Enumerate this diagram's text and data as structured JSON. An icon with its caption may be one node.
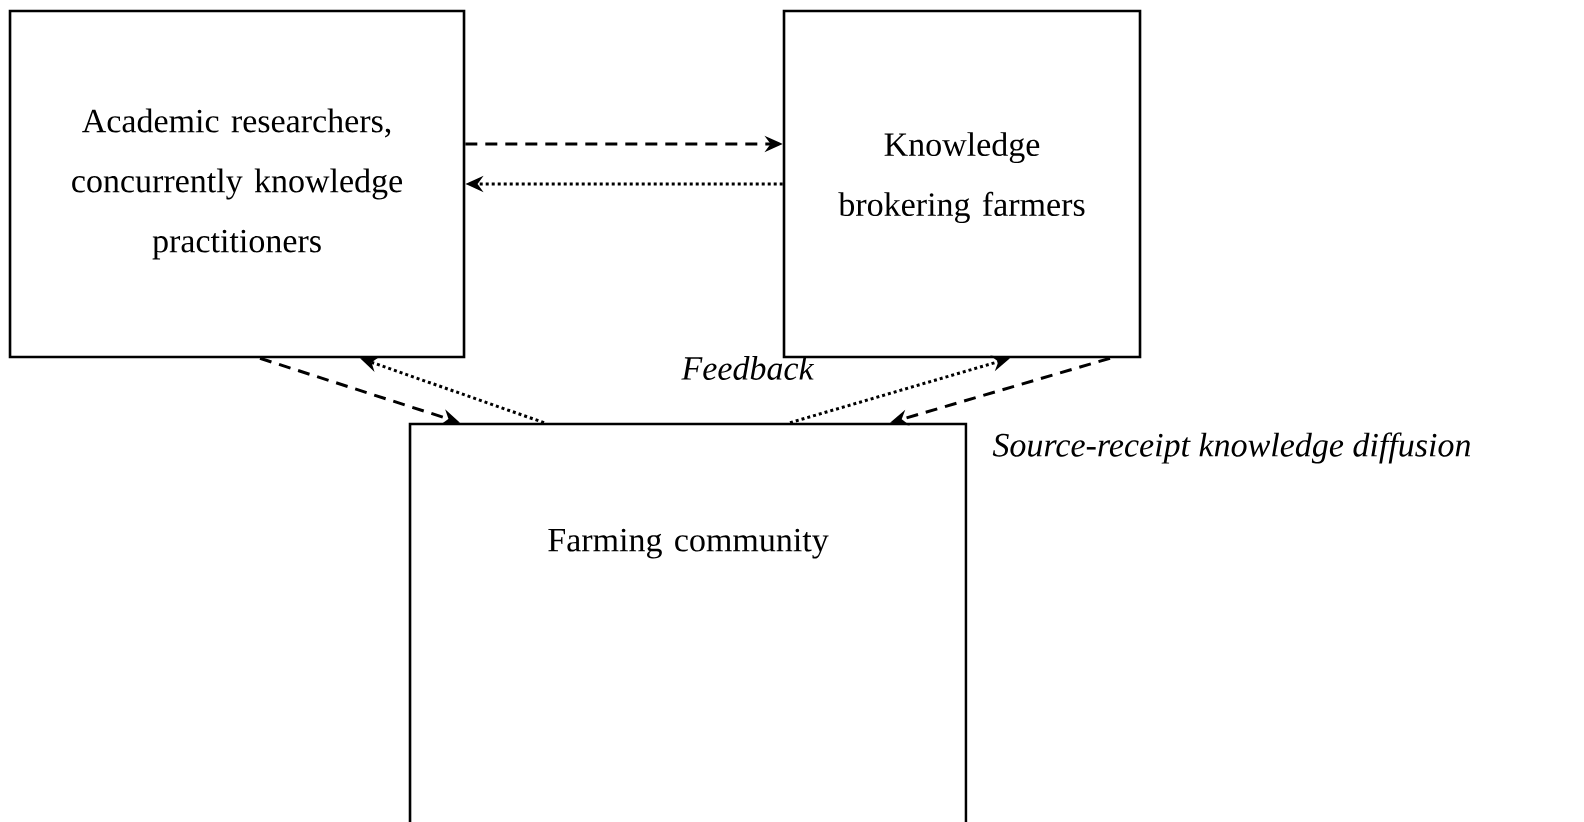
{
  "diagram": {
    "nodes": [
      {
        "text": [
          "Academic researchers, concurrently knowledge practitioners"
        ]
      },
      {
        "text": [
          "Knowledge brokering farmers"
        ]
      },
      {
        "text": [
          "Farming community"
        ]
      }
    ],
    "edges": [
      {
        "from": 0,
        "to": 1,
        "arrow": "to",
        "style": "dashed"
      },
      {
        "from": 1,
        "to": 0,
        "arrow": "to"
      },
      {
        "from": 0,
        "to": 2,
        "arrow": "to",
        "style": "dashed"
      },
      {
        "from": 2,
        "to": 0,
        "arrow": "to"
      },
      {
        "from": 2,
        "to": 1,
        "arrow": "to",
        "label": "Feedback"
      },
      {
        "from": 1,
        "to": 2,
        "arrow": "to",
        "style": "dashed",
        "label": "Source-receipt knowledge diffusion"
      }
    ]
  }
}
